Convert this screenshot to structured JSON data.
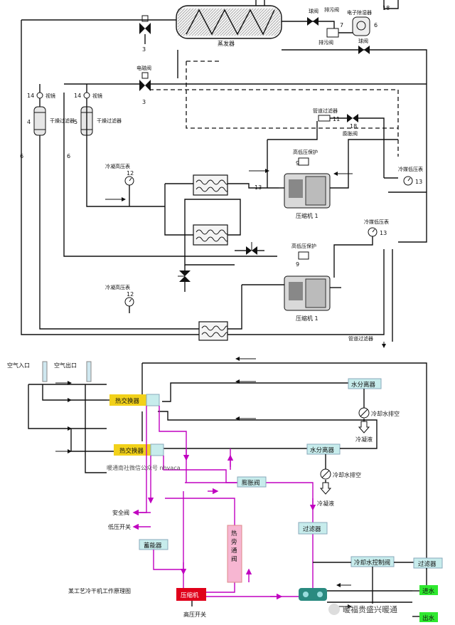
{
  "upper": {
    "labels": {
      "evaporator": "蒸发器",
      "solenoid_valve": "电磁阀",
      "sight_glass_1": "视镜",
      "sight_glass_2": "视镜",
      "dryer_filter_1": "干燥过滤器",
      "dryer_filter_2": "干燥过滤器",
      "pipe_filter_top": "管道过滤器",
      "pipe_filter_bottom": "管道过滤器",
      "expansion_valve": "膨胀阀",
      "hp_protector_1": "高低压保护",
      "hp_protector_2": "高低压保护",
      "cond_gauge_1": "冷凝高压表",
      "cond_gauge_2": "冷凝高压表",
      "cold_gauge_right": "冷媒低压表",
      "cold_gauge_right2": "冷媒低压表",
      "compressor_1": "压缩机 1",
      "compressor_2": "压缩机 1",
      "ball_valve": "球阀",
      "ball_valve_2": "球阀",
      "humidifier": "电子除湿器",
      "drain_1": "排污阀",
      "drain_2": "排污阀"
    },
    "numbers": {
      "n3a": "3",
      "n3b": "3",
      "n14a": "14",
      "n14b": "14",
      "n4": "4",
      "n5": "5",
      "n6a": "6",
      "n6b": "6",
      "n7": "7",
      "n6c": "6",
      "n12a": "12",
      "n12b": "12",
      "n13a": "13",
      "n13b": "13",
      "n13c": "13",
      "n9a": "9",
      "n9b": "9",
      "n18a": "18",
      "n18b": "18",
      "n11": "11"
    }
  },
  "lower": {
    "air_in": "空气入口",
    "air_out": "空气出口",
    "heat_exchanger_1": "热交换器",
    "heat_exchanger_2": "热交换器",
    "water_sep_1": "水分离器",
    "water_sep_2": "水分离器",
    "drain_1": "冷却水排空",
    "drain_2": "冷却水排空",
    "condensate_1": "冷凝液",
    "condensate_2": "冷凝液",
    "expansion_valve": "膨胀阀",
    "filter": "过滤器",
    "hot_gas_bypass": "热旁通阀",
    "safety_valve": "安全阀",
    "low_pressure_switch": "低压开关",
    "accumulator": "蓄能器",
    "compressor": "压缩机",
    "high_pressure_switch": "高压开关",
    "cooling_water_valve": "冷却水控制阀",
    "filter_right": "过滤器",
    "water_in": "进水",
    "water_out": "出水",
    "caption": "某工艺冷干机工作原理图",
    "watermark_1": "暖通南社微信公众号 nhvaca",
    "watermark_2": "暖福贵盛兴暖通"
  },
  "colors": {
    "yellow": "#f2d11a",
    "cyan_box": "#c7ecec",
    "pink": "#f7b6d2",
    "red": "#e0001a",
    "green": "#2fe82f",
    "teal": "#2a8a80",
    "magenta": "#c000c0"
  }
}
